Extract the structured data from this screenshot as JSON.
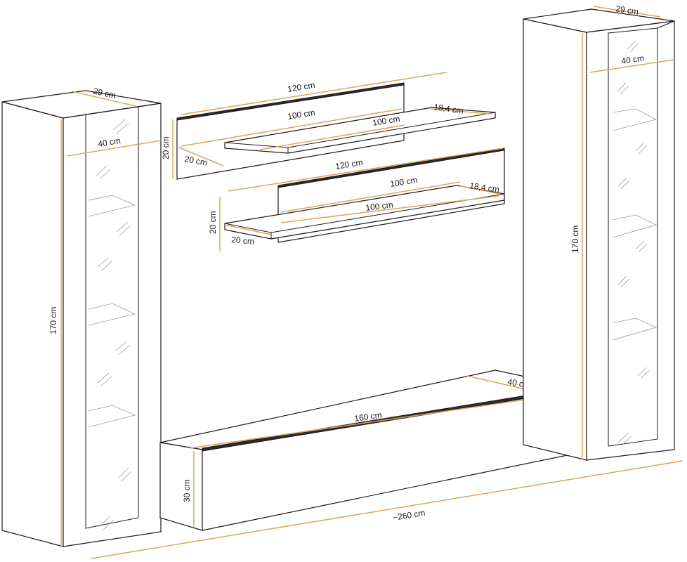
{
  "colors": {
    "outline": "#1a1a1a",
    "dimension": "#e0a458",
    "background": "#ffffff"
  },
  "labels": {
    "left_cabinet_depth": "29 cm",
    "left_cabinet_width": "40 cm",
    "left_cabinet_height": "170 cm",
    "right_cabinet_depth": "29 cm",
    "right_cabinet_width": "40 cm",
    "right_cabinet_height": "170 cm",
    "shelf1_back_width": "120 cm",
    "shelf1_front_width": "100 cm",
    "shelf1_shelf_width": "100 cm",
    "shelf1_shelf_depth": "18,4 cm",
    "shelf1_height": "20 cm",
    "shelf1_depth": "20 cm",
    "shelf2_back_width": "120 cm",
    "shelf2_top_width": "100 cm",
    "shelf2_shelf_width": "100 cm",
    "shelf2_shelf_depth": "18,4 cm",
    "shelf2_height": "20 cm",
    "shelf2_depth": "20 cm",
    "tv_width": "160 cm",
    "tv_depth": "40 cm",
    "tv_height": "30 cm",
    "total_width": "~260 cm"
  }
}
